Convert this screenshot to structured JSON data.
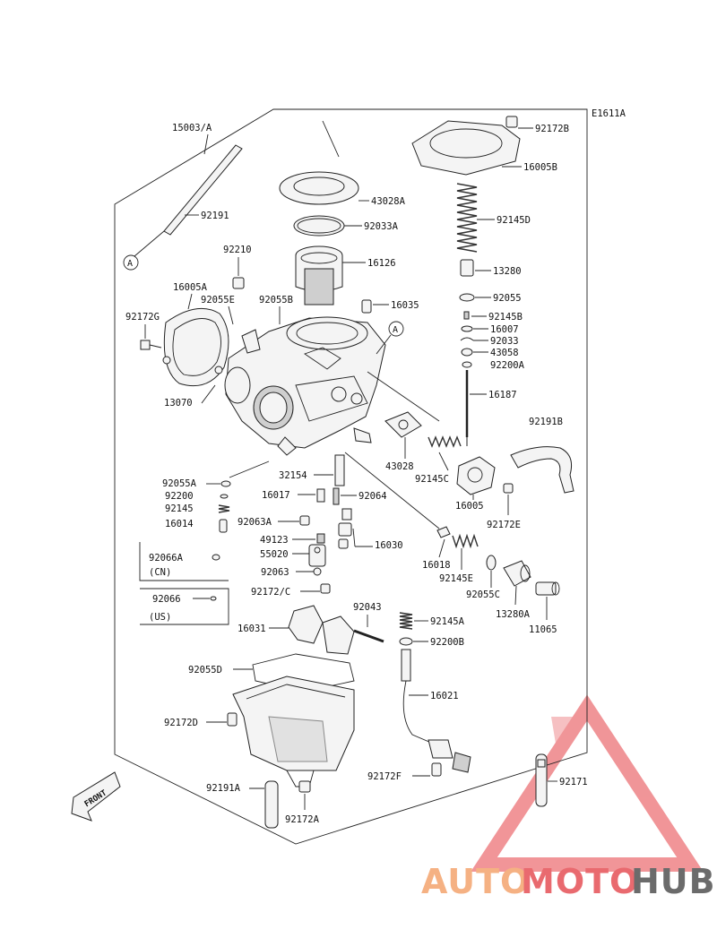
{
  "diagram_code": "E1611A",
  "callouts": {
    "p15003A": "15003/A",
    "p92191": "92191",
    "p43028A": "43028A",
    "p92033A": "92033A",
    "p16126": "16126",
    "p92210": "92210",
    "p16005A": "16005A",
    "p92055E": "92055E",
    "p92055B": "92055B",
    "p16035": "16035",
    "p92172G": "92172G",
    "p13070": "13070",
    "p92172B": "92172B",
    "p16005B": "16005B",
    "p92145D": "92145D",
    "p13280": "13280",
    "p92055": "92055",
    "p92145B": "92145B",
    "p16007": "16007",
    "p92033": "92033",
    "p43058": "43058",
    "p92200A": "92200A",
    "p16187": "16187",
    "p92191B": "92191B",
    "p43028": "43028",
    "p32154": "32154",
    "p92145C": "92145C",
    "p16005": "16005",
    "p92172E": "92172E",
    "p92055A": "92055A",
    "p92200": "92200",
    "p92145": "92145",
    "p16014": "16014",
    "p16017": "16017",
    "p92064": "92064",
    "p92063A": "92063A",
    "p49123": "49123",
    "p16030": "16030",
    "p55020": "55020",
    "p92066A": "92066A",
    "cn": "(CN)",
    "p92063": "92063",
    "p92172C": "92172/C",
    "p16018": "16018",
    "p92145E": "92145E",
    "p92055C": "92055C",
    "p13280A": "13280A",
    "p11065": "11065",
    "p92066": "92066",
    "us": "(US)",
    "p92043": "92043",
    "p92145A": "92145A",
    "p92200B": "92200B",
    "p16031": "16031",
    "p92055D": "92055D",
    "p16021": "16021",
    "p92172D": "92172D",
    "p92172F": "92172F",
    "p92171": "92171",
    "p92191A": "92191A",
    "p92172A": "92172A"
  },
  "ref_marker": "A",
  "front_label": "FRONT",
  "watermark": {
    "part1": "AUTO",
    "part2": "MOTO",
    "part3": "HUB",
    "color_light": "#f5b183",
    "color_red": "#e96a6f",
    "color_gray": "#6b6b6b"
  }
}
